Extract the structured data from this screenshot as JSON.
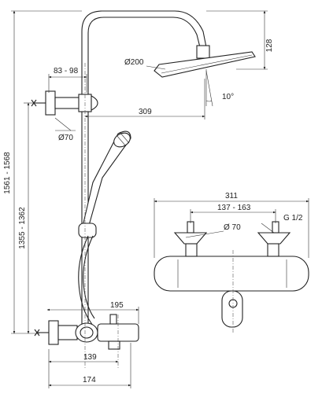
{
  "dimensions": {
    "shower_arm_height": "128",
    "head_diameter": "Ø200",
    "wall_distance": "83 - 98",
    "arm_length": "309",
    "tilt_angle": "10°",
    "bracket_diameter": "Ø70",
    "total_height": "1561 - 1568",
    "riser_height": "1355 - 1362",
    "mixer_projection": "195",
    "mixer_depth_a": "139",
    "mixer_depth_b": "174",
    "mixer_width": "311",
    "connection_centres": "137 - 163",
    "connection_thread": "G 1/2",
    "escutcheon_diameter": "Ø 70"
  }
}
